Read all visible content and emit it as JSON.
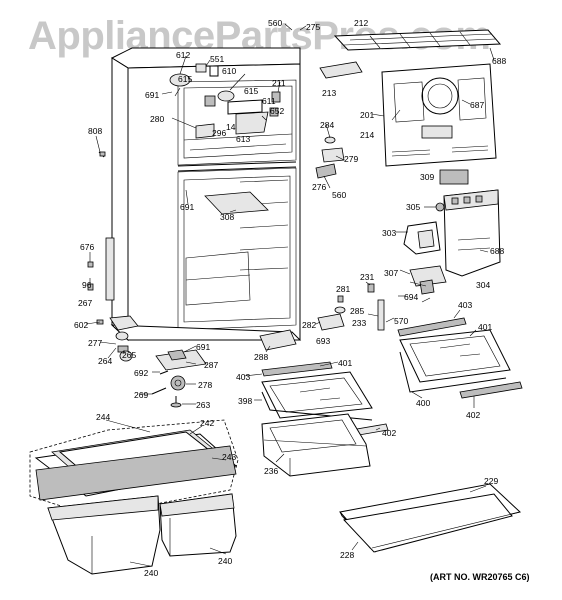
{
  "watermark": "AppliancePartsPros.com",
  "art_no": "(ART NO. WR20765 C6)",
  "labels": {
    "l560a": "560",
    "l275": "275",
    "l212": "212",
    "l612": "612",
    "l551": "551",
    "l615a": "615",
    "l610": "610",
    "l615b": "615",
    "l691a": "691",
    "l211": "211",
    "l213": "213",
    "l688a": "688",
    "l611": "611",
    "l652": "652",
    "l280": "280",
    "l14": "14",
    "l296": "296",
    "l613": "613",
    "l201": "201",
    "l687": "687",
    "l808": "808",
    "l284": "284",
    "l214": "214",
    "l279": "279",
    "l276": "276",
    "l560b": "560",
    "l309": "309",
    "l691b": "691",
    "l308": "308",
    "l305": "305",
    "l303": "303",
    "l688b": "688",
    "l676": "676",
    "l96": "96",
    "l231": "231",
    "l307": "307",
    "l304": "304",
    "l267": "267",
    "l281": "281",
    "l694": "694",
    "l403a": "403",
    "l285": "285",
    "l602": "602",
    "l282": "282",
    "l233": "233",
    "l570": "570",
    "l401a": "401",
    "l277": "277",
    "l693": "693",
    "l691c": "691",
    "l264": "264",
    "l265": "265",
    "l287": "287",
    "l288": "288",
    "l401b": "401",
    "l692": "692",
    "l403b": "403",
    "l278": "278",
    "l269": "269",
    "l263": "263",
    "l398": "398",
    "l400": "400",
    "l402a": "402",
    "l244": "244",
    "l242": "242",
    "l402b": "402",
    "l243": "243",
    "l236": "236",
    "l229": "229",
    "l240a": "240",
    "l240b": "240",
    "l228": "228"
  }
}
